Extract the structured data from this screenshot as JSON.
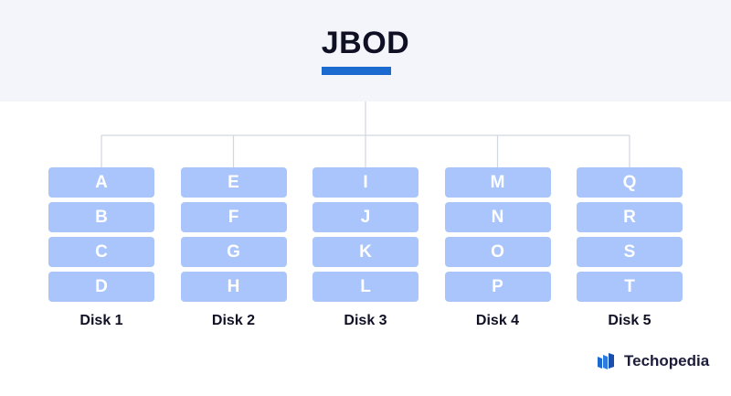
{
  "title": "JBOD",
  "colors": {
    "accent": "#1a6ad0",
    "block": "#a9c5fb",
    "header_band": "#f3f5fb",
    "connector": "#d2d6de",
    "text": "#0f1024"
  },
  "disks": [
    {
      "label": "Disk 1",
      "blocks": [
        "A",
        "B",
        "C",
        "D"
      ]
    },
    {
      "label": "Disk 2",
      "blocks": [
        "E",
        "F",
        "G",
        "H"
      ]
    },
    {
      "label": "Disk 3",
      "blocks": [
        "I",
        "J",
        "K",
        "L"
      ]
    },
    {
      "label": "Disk 4",
      "blocks": [
        "M",
        "N",
        "O",
        "P"
      ]
    },
    {
      "label": "Disk 5",
      "blocks": [
        "Q",
        "R",
        "S",
        "T"
      ]
    }
  ],
  "brand": {
    "name": "Techopedia",
    "icon": "techopedia-logo-icon"
  }
}
